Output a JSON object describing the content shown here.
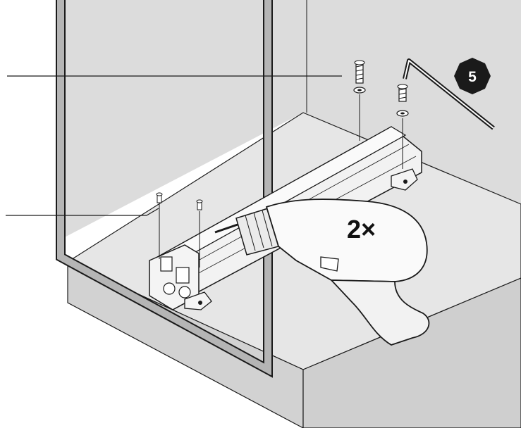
{
  "diagram": {
    "step_number": "5",
    "repeat_label": "2×",
    "colors": {
      "stroke": "#1a1a1a",
      "cabinet_fill": "#dcdcdc",
      "floor_fill": "#e6e6e6",
      "front_fill": "#d2d2d2",
      "rail_fill": "#f2f2f2",
      "drill_fill": "#fafafa",
      "badge_fill": "#1a1a1a"
    },
    "parts": {
      "cabinet": "cabinet-frame",
      "rail": "pull-out-rail",
      "screws": "mounting-screws",
      "washers": "washers",
      "allen_key": "hex-key",
      "drill": "cordless-drill"
    }
  }
}
